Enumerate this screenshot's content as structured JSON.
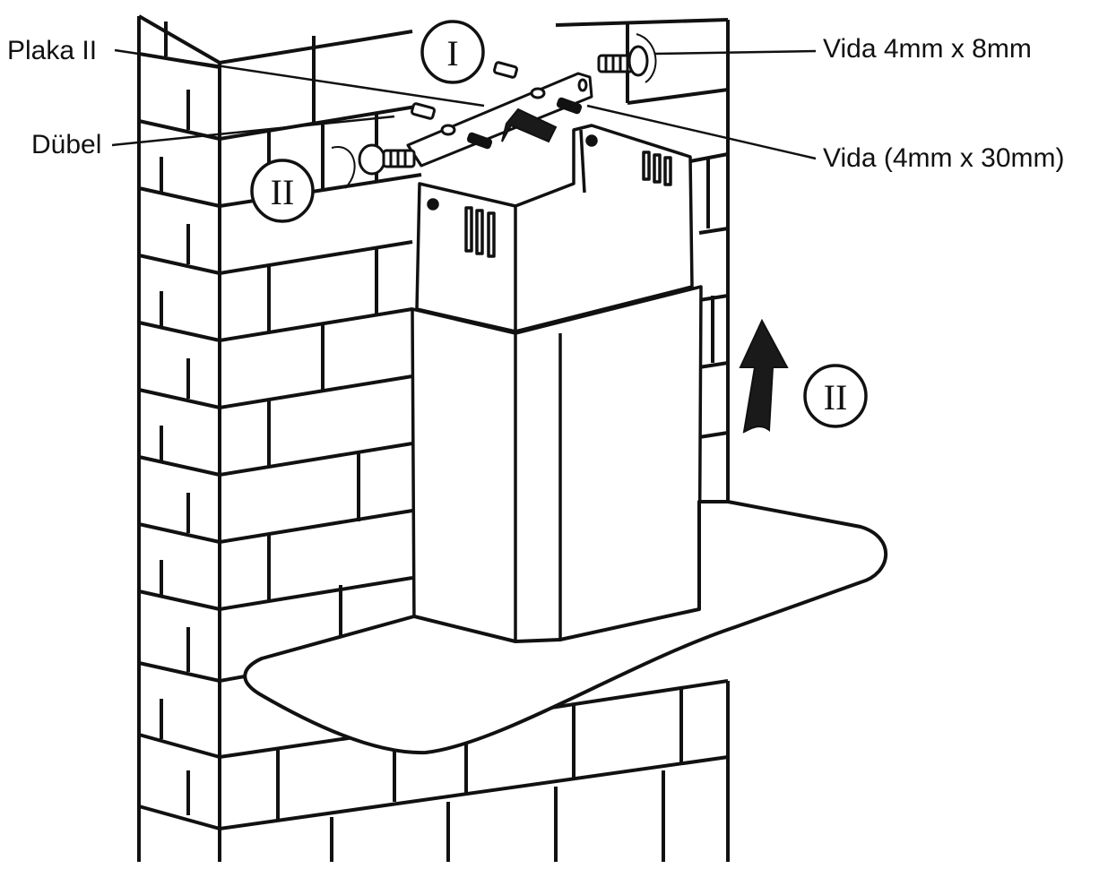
{
  "labels": {
    "plaka": "Plaka II",
    "dubel": "Dübel",
    "vida_short": "Vida 4mm x 8mm",
    "vida_long": "Vida (4mm x 30mm)"
  },
  "steps": {
    "step_top": "I",
    "step_left": "II",
    "step_right": "II"
  },
  "colors": {
    "ink": "#111111",
    "paper": "#ffffff",
    "arrow_fill": "#1a1a1a"
  }
}
